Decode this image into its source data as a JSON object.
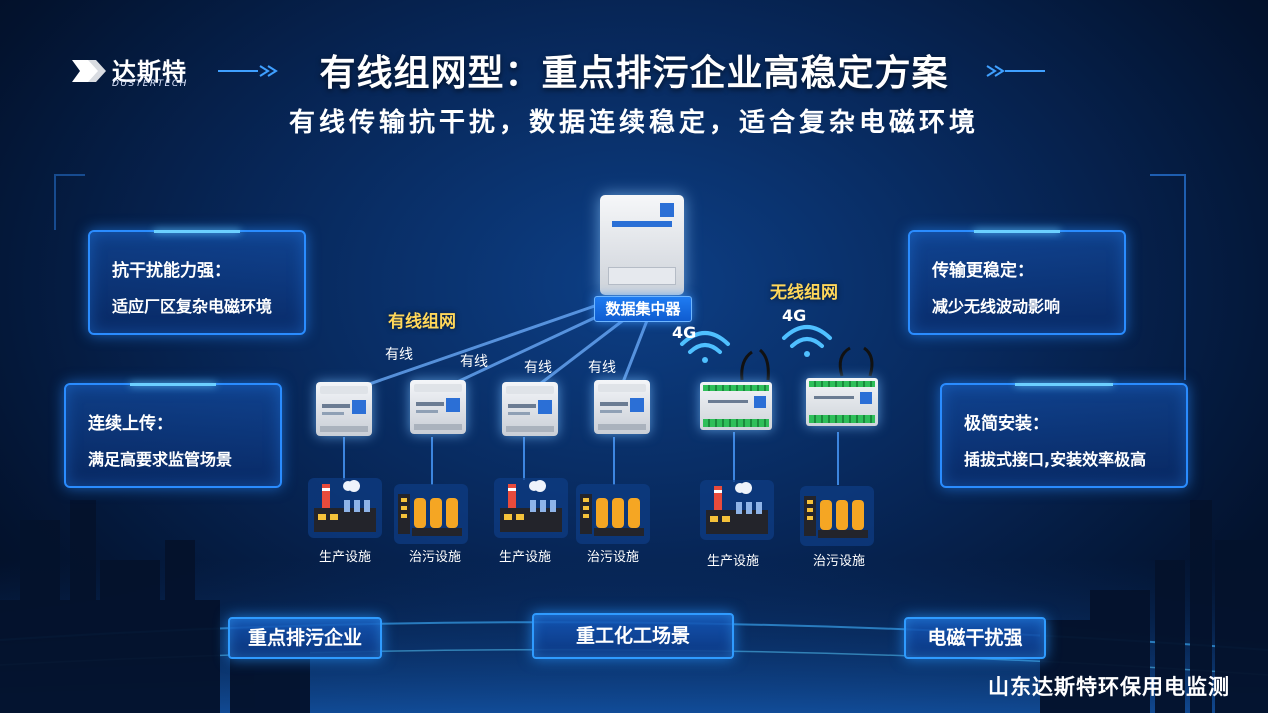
{
  "brand": {
    "name_cn": "达斯特",
    "name_en": "DUSTERTECH"
  },
  "title": "有线组网型：重点排污企业高稳定方案",
  "subtitle": "有线传输抗干扰，数据连续稳定，适合复杂电磁环境",
  "features": [
    {
      "heading": "抗干扰能力强：",
      "text": "适应厂区复杂电磁环境"
    },
    {
      "heading": "连续上传：",
      "text": "满足高要求监管场景"
    },
    {
      "heading": "传输更稳定：",
      "text": "减少无线波动影响"
    },
    {
      "heading": "极简安装：",
      "text": "插拔式接口,安装效率极高"
    }
  ],
  "diagram": {
    "concentrator_label": "数据集中器",
    "wired_group_label": "有线组网",
    "wireless_group_label": "无线组网",
    "wired_link_labels": [
      "有线",
      "有线",
      "有线",
      "有线"
    ],
    "g4_labels": [
      "4G",
      "4G"
    ],
    "facilities": [
      "生产设施",
      "治污设施",
      "生产设施",
      "治污设施",
      "生产设施",
      "治污设施"
    ]
  },
  "scenes": [
    "重点排污企业",
    "重工化工场景",
    "电磁干扰强"
  ],
  "footer": "山东达斯特环保用电监测",
  "colors": {
    "accent": "#2a8cff",
    "label_yellow": "#ffd75a"
  }
}
